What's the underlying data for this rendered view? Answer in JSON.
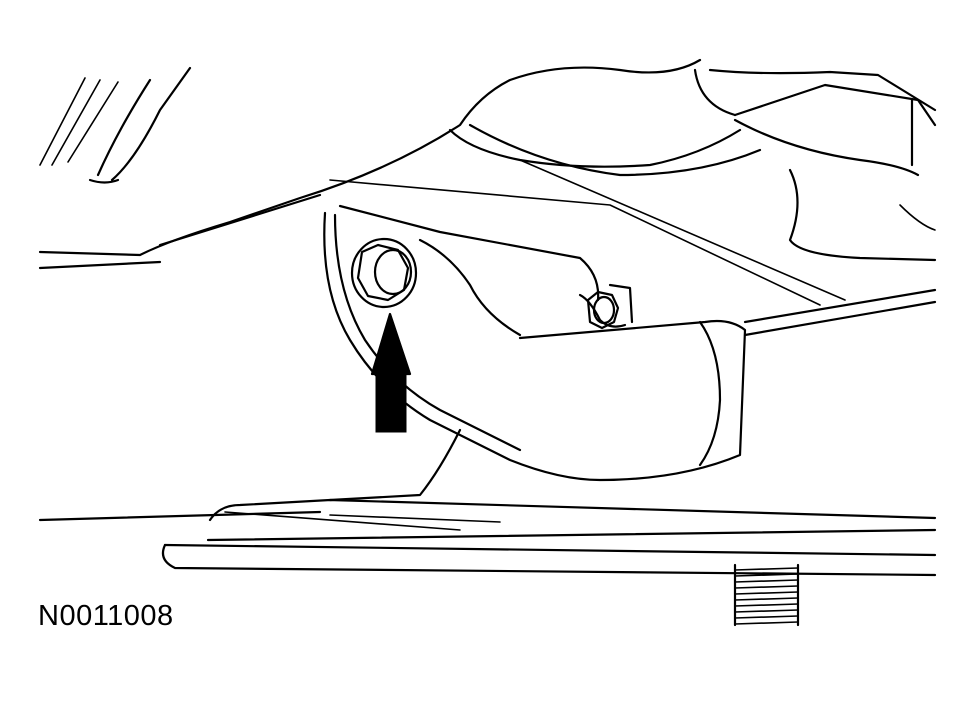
{
  "figure": {
    "id_label": "N0011008",
    "ink_color": "#000000",
    "background_color": "#ffffff"
  },
  "callouts": [
    {
      "type": "arrow",
      "points_to": "bolt-head"
    }
  ]
}
